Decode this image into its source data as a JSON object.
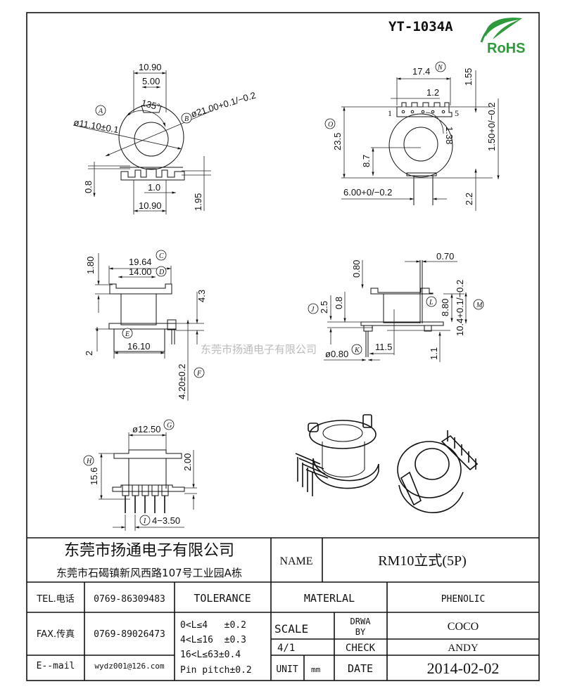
{
  "drawing": {
    "part_number": "YT-1034A",
    "logo_text": "RoHS",
    "watermark": "东莞市扬通电子有限公司"
  },
  "views": {
    "top_left": {
      "d1": "10.90",
      "d2": "5.00",
      "angle": "135°",
      "a_label": "A",
      "a_dim": "ø11.10±0.1",
      "b_label": "B",
      "b_dim": "ø21.00+0.1/−0.2",
      "d_08": "0.8",
      "d_10": "1.0",
      "d_1090b": "10.90",
      "d_195": "1.95"
    },
    "top_right": {
      "n_dim": "17.4",
      "n_label": "N",
      "d_12": "1.2",
      "d_155": "1.55",
      "pin1": "1",
      "pin5": "5",
      "d_138": "1.38",
      "o_label": "O",
      "d_235": "23.5",
      "d_87": "8.7",
      "d_150": "1.50+0/−0.2",
      "d_600": "6.00+0/−0.2",
      "d_22": "2.2"
    },
    "mid_left": {
      "d_180": "1.80",
      "c_dim": "19.64",
      "c_label": "C",
      "d_dim": "14.00",
      "d_label": "D",
      "d_43": "4.3",
      "e_label": "E",
      "e_dim": "16.10",
      "d_2": "2",
      "f_dim": "4.20±0.2",
      "f_label": "F"
    },
    "mid_right": {
      "d_070": "0.70",
      "d_080": "0.80",
      "d_25": "2.5",
      "d_08": "0.8",
      "j_label": "J",
      "l_label": "L",
      "d_880": "8.80",
      "m_dim": "10.4+0.1/−0.2",
      "m_label": "M",
      "k_dim": "ø0.80",
      "k_label": "K",
      "d_115": "11.5",
      "d_11": "1.1"
    },
    "bottom_left": {
      "g_dim": "ø12.50",
      "g_label": "G",
      "h_label": "H",
      "d_156": "15.6",
      "d_200": "2.00",
      "i_label": "I",
      "i_dim": "4−3.50"
    }
  },
  "title_block": {
    "company": "东莞市扬通电子有限公司",
    "address": "东莞市石碣镇新风西路107号工业园A栋",
    "name_label": "NAME",
    "name_value": "RM10立式(5P)",
    "tel_label": "TEL.电话",
    "tel_value": "0769-86309483",
    "tolerance_label": "TOLERANCE",
    "material_label": "MATERLAL",
    "material_value": "PHENOLIC",
    "fax_label": "FAX.传真",
    "fax_value": "0769-89026473",
    "tol_1": "0<L≤4   ±0.2",
    "tol_2": "4<L≤16  ±0.3",
    "tol_3": "16<L≤63±0.4",
    "tol_4": "Pin pitch±0.2",
    "scale_label": "SCALE",
    "scale_value": "4/1",
    "drwa_label_1": "DRWA",
    "drwa_label_2": "BY",
    "drwa_value": "COCO",
    "check_label": "CHECK",
    "check_value": "ANDY",
    "email_label": "E--mail",
    "email_value": "wydz001@126.com",
    "unit_label": "UNIT",
    "unit_value": "mm",
    "date_label": "DATE",
    "date_value": "2014-02-02"
  }
}
